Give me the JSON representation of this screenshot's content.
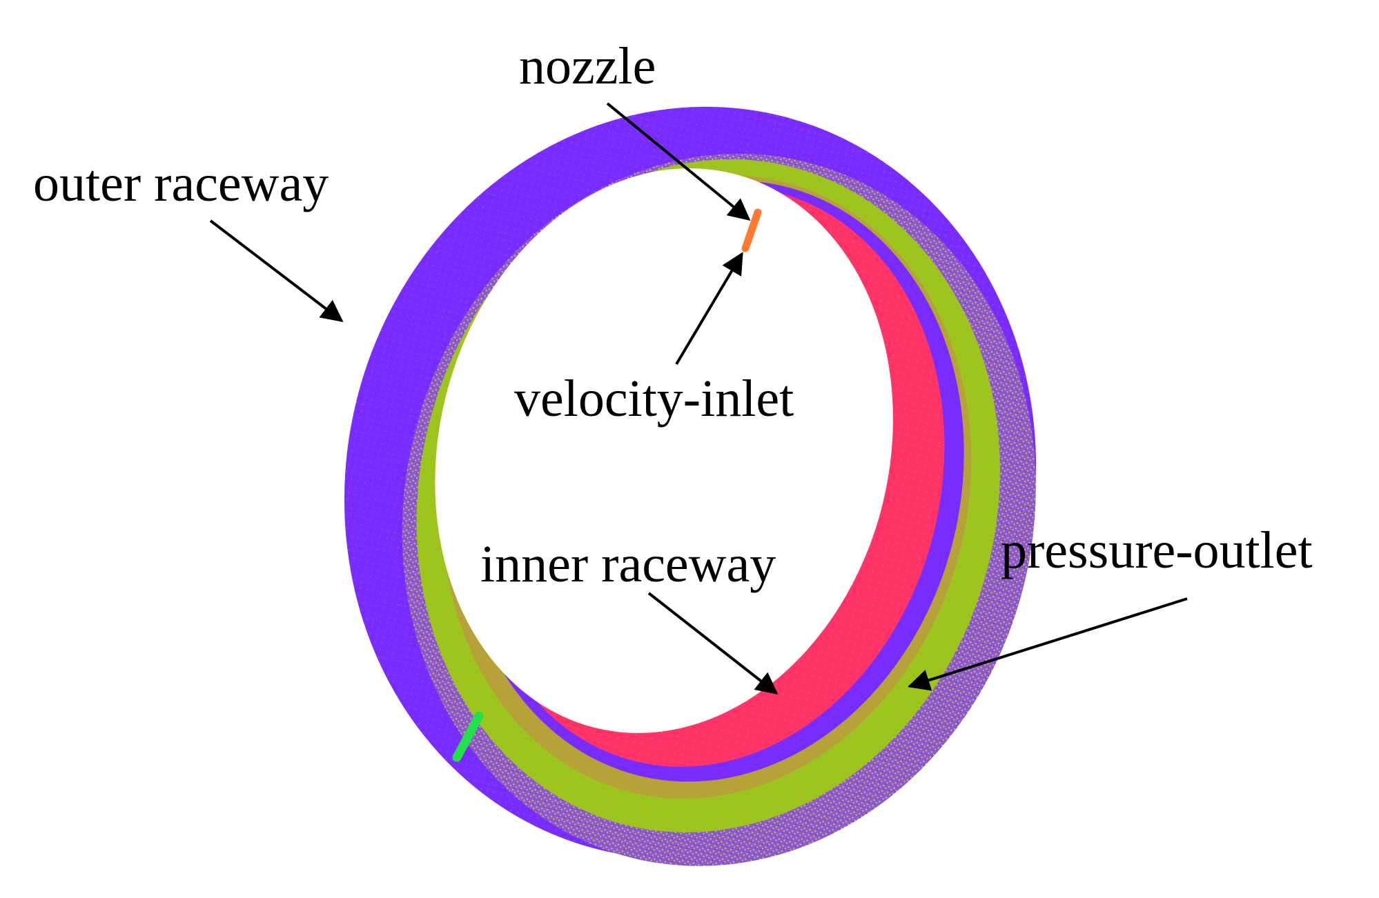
{
  "labels": {
    "nozzle": "nozzle",
    "outer_raceway": "outer raceway",
    "velocity_inlet": "velocity-inlet",
    "inner_raceway": "inner raceway",
    "pressure_outlet": "pressure-outlet"
  },
  "colors": {
    "outer_raceway": "#7a2cff",
    "end_face": "#9fc21a",
    "inner_raceway": "#ff3366",
    "outlet_speckle": "#c9a227",
    "nozzle": "#ff7a30",
    "nozzle_lower": "#22e04a",
    "arrow": "#000000"
  }
}
